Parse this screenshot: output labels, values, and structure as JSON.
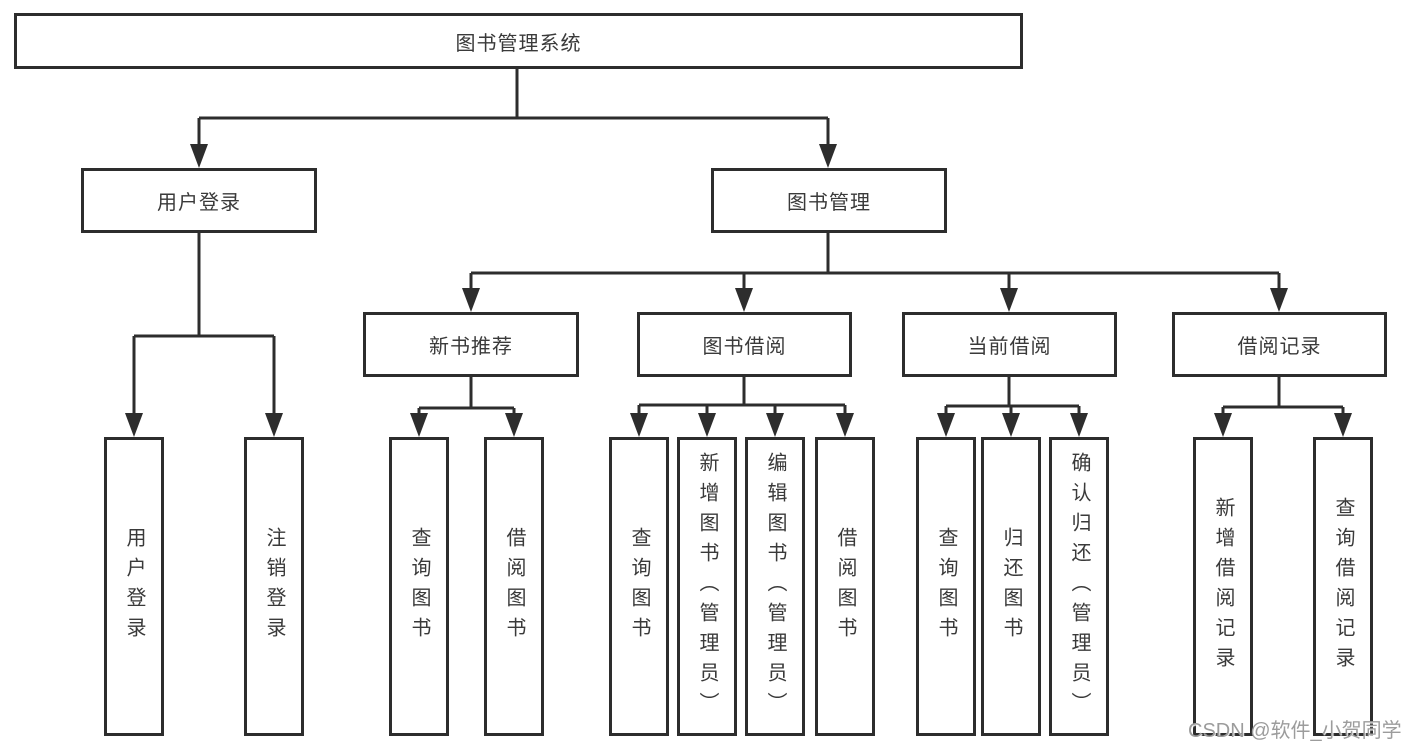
{
  "watermark": "CSDN @软件_小贺同学",
  "tree": {
    "root": "图书管理系统",
    "branches": [
      {
        "label": "用户登录",
        "leaves": [
          "用户登录",
          "注销登录"
        ]
      },
      {
        "label": "图书管理",
        "sections": [
          {
            "label": "新书推荐",
            "leaves": [
              "查询图书",
              "借阅图书"
            ]
          },
          {
            "label": "图书借阅",
            "leaves": [
              "查询图书",
              "新增图书（管理员）",
              "编辑图书（管理员）",
              "借阅图书"
            ]
          },
          {
            "label": "当前借阅",
            "leaves": [
              "查询图书",
              "归还图书",
              "确认归还（管理员）"
            ]
          },
          {
            "label": "借阅记录",
            "leaves": [
              "新增借阅记录",
              "查询借阅记录"
            ]
          }
        ]
      }
    ]
  },
  "colors": {
    "line": "#2d2d2d",
    "text": "#3a3a3a",
    "watermark": "#9c9c9c",
    "background": "#ffffff"
  }
}
